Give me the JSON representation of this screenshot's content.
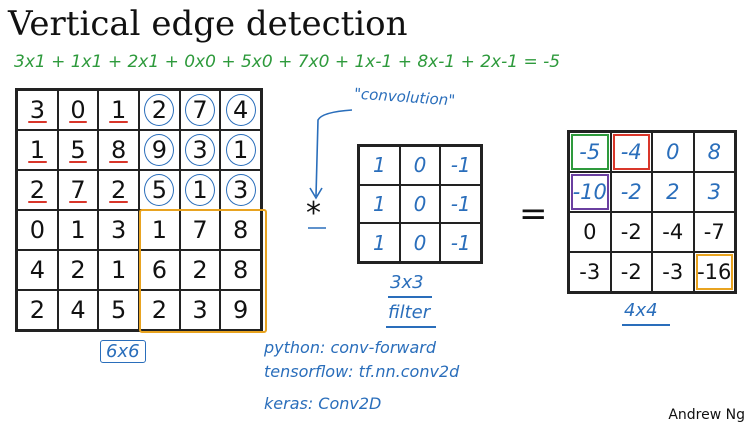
{
  "title": "Vertical edge detection",
  "equation": "3x1 + 1x1 + 2x1 + 0x0 + 5x0 + 7x0 + 1x-1 + 8x-1 + 2x-1 = -5",
  "input": {
    "size_label": "6x6",
    "rows": [
      [
        "3",
        "0",
        "1",
        "2",
        "7",
        "4"
      ],
      [
        "1",
        "5",
        "8",
        "9",
        "3",
        "1"
      ],
      [
        "2",
        "7",
        "2",
        "5",
        "1",
        "3"
      ],
      [
        "0",
        "1",
        "3",
        "1",
        "7",
        "8"
      ],
      [
        "4",
        "2",
        "1",
        "6",
        "2",
        "8"
      ],
      [
        "2",
        "4",
        "5",
        "2",
        "3",
        "9"
      ]
    ]
  },
  "operator_convolution": "*",
  "convolution_label": "\"convolution\"",
  "filter": {
    "size_label": "3x3",
    "name": "filter",
    "rows": [
      [
        "1",
        "0",
        "-1"
      ],
      [
        "1",
        "0",
        "-1"
      ],
      [
        "1",
        "0",
        "-1"
      ]
    ]
  },
  "operator_equals": "=",
  "output": {
    "size_label": "4x4",
    "rows": [
      [
        "-5",
        "-4",
        "0",
        "8"
      ],
      [
        "-10",
        "-2",
        "2",
        "3"
      ],
      [
        "0",
        "-2",
        "-4",
        "-7"
      ],
      [
        "-3",
        "-2",
        "-3",
        "-16"
      ]
    ]
  },
  "code_notes": [
    "python: conv-forward",
    "tensorflow: tf.nn.conv2d",
    "keras: Conv2D"
  ],
  "author": "Andrew Ng",
  "colors": {
    "annotation_blue": "#2a6ebb",
    "annotation_green": "#2e9a3c",
    "annotation_red": "#d9362a",
    "annotation_purple": "#6a3fa0",
    "annotation_orange": "#e8a320"
  }
}
